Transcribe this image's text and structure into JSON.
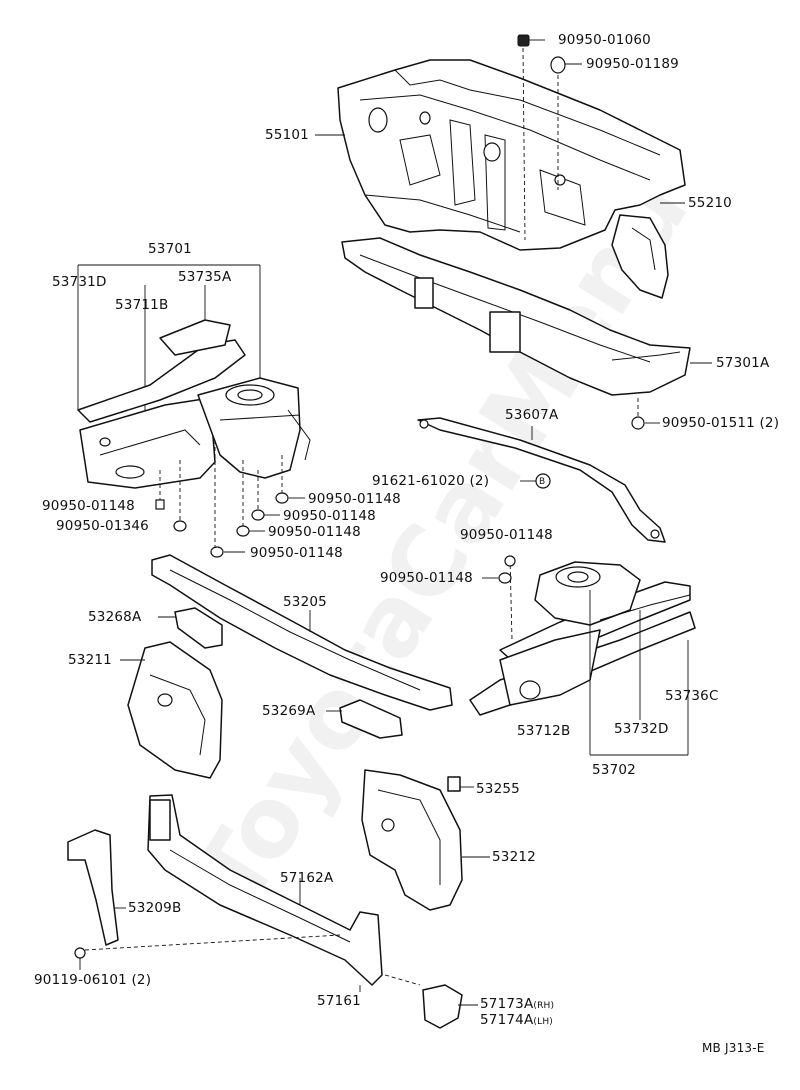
{
  "watermark": "ToyotaCarMenu",
  "diagram_code": "MB J313-E",
  "labels": {
    "l_90950_01060": "90950-01060",
    "l_90950_01189": "90950-01189",
    "l_55101": "55101",
    "l_55210": "55210",
    "l_57301A": "57301A",
    "l_90950_01511": "90950-01511 (2)",
    "l_53607A": "53607A",
    "l_91621_61020": "91621-61020 (2)",
    "l_B_marker": "B",
    "l_53701": "53701",
    "l_53731D": "53731D",
    "l_53735A": "53735A",
    "l_53711B": "53711B",
    "l_90950_01148_a": "90950-01148",
    "l_90950_01346": "90950-01346",
    "l_90950_01148_b": "90950-01148",
    "l_90950_01148_c": "90950-01148",
    "l_90950_01148_d": "90950-01148",
    "l_90950_01148_e": "90950-01148",
    "l_90950_01148_f": "90950-01148",
    "l_90950_01148_g": "90950-01148",
    "l_53205": "53205",
    "l_53268A": "53268A",
    "l_53211": "53211",
    "l_53269A": "53269A",
    "l_53712B": "53712B",
    "l_53732D": "53732D",
    "l_53736C": "53736C",
    "l_53702": "53702",
    "l_53255": "53255",
    "l_53212": "53212",
    "l_57162A": "57162A",
    "l_53209B": "53209B",
    "l_90119_06101": "90119-06101 (2)",
    "l_57161": "57161",
    "l_57173A": "57173A",
    "l_57173A_sfx": "(RH)",
    "l_57174A": "57174A",
    "l_57174A_sfx": "(LH)"
  }
}
